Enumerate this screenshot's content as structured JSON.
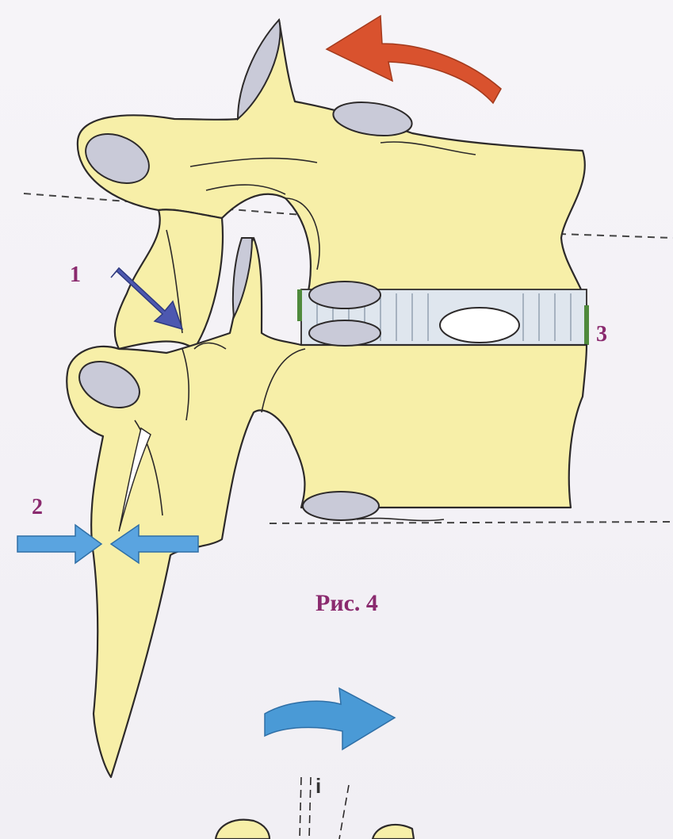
{
  "figure": {
    "caption": "Рис. 4",
    "labels": {
      "one": "1",
      "two": "2",
      "three": "3"
    },
    "bottom_mark": "i"
  },
  "colors": {
    "bone_fill": "#f7efa8",
    "facet_fill": "#c9cad8",
    "rotation_arrow_top": "#d9522e",
    "rotation_arrow_bottom": "#4a9ad6",
    "compression_arrow_1": "#4d58b0",
    "compression_arrows_2": "#5aa4e0",
    "disc_edge": "#4f8a3c",
    "label_color": "#8a2a6e"
  }
}
